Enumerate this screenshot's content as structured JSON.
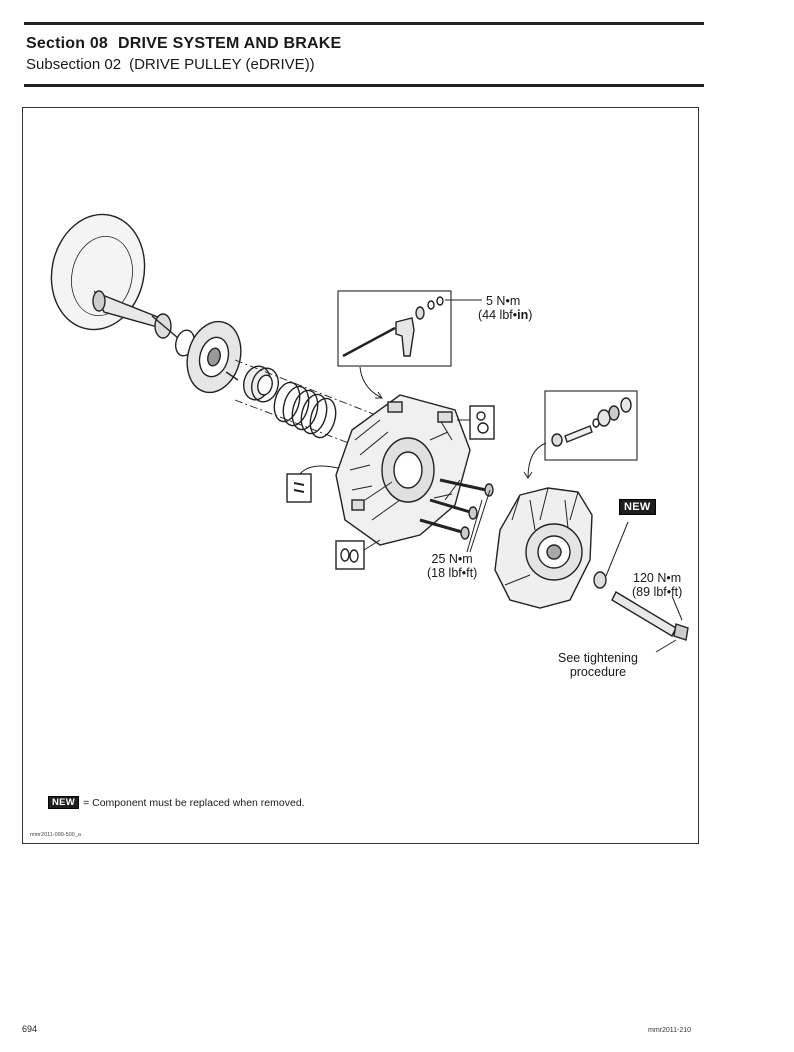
{
  "header": {
    "section_label": "Section 08",
    "section_title": "DRIVE SYSTEM AND BRAKE",
    "subsection_label": "Subsection 02",
    "subsection_title": "(DRIVE PULLEY (eDRIVE))"
  },
  "callouts": {
    "torque_small_value": "5 N•m",
    "torque_small_imperial_prefix": "(44 lbf•",
    "torque_small_imperial_unit": "in",
    "torque_small_imperial_suffix": ")",
    "torque_mid_value": "25 N•m",
    "torque_mid_imperial": "(18 lbf•ft)",
    "torque_large_value": "120 N•m",
    "torque_large_imperial": "(89 lbf•ft)",
    "tightening_note_line1": "See tightening",
    "tightening_note_line2": "procedure",
    "new_badge": "NEW"
  },
  "legend": {
    "badge": "NEW",
    "text": "= Component must be replaced when removed."
  },
  "figure_code": "mmr2011-099-500_a",
  "footer": {
    "page_number": "694",
    "doc_code": "mmr2011-210"
  }
}
